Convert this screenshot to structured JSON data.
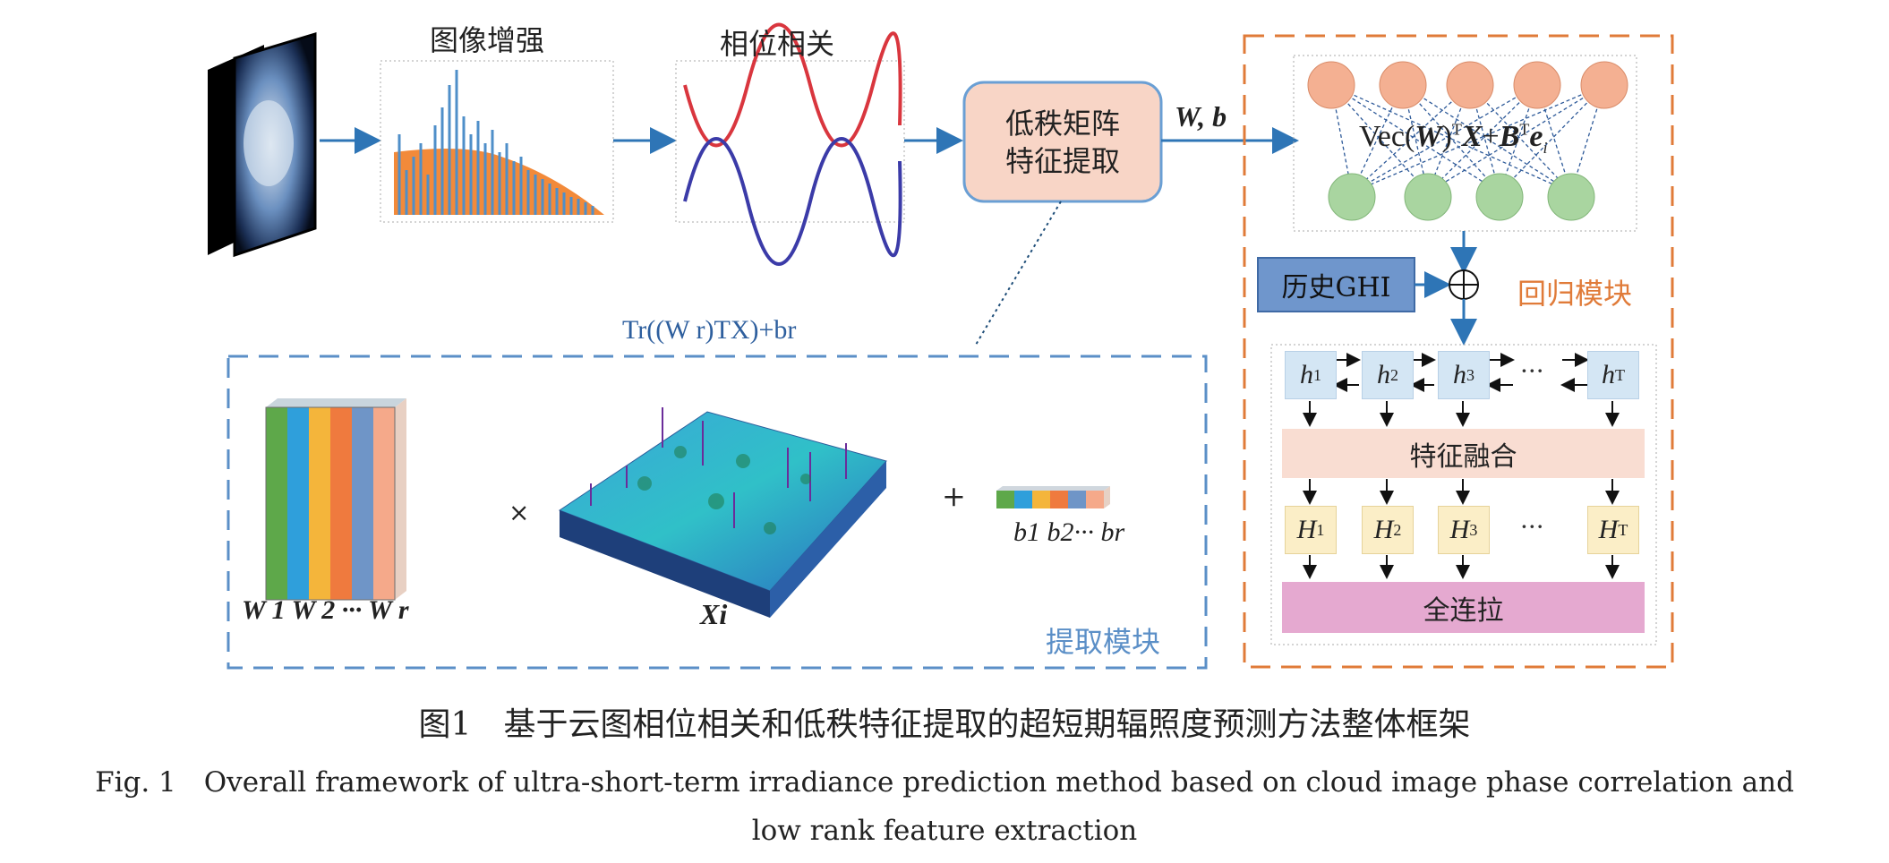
{
  "top": {
    "enhance_label": "图像增强",
    "phase_label": "相位相关",
    "lowrank_label": "低秩矩阵\n特征提取",
    "wb_label": "W, b"
  },
  "regression": {
    "formula_prefix": "Vec(",
    "formula_W": "W",
    "formula_mid": ")",
    "formula_T1": "T",
    "formula_X": "X",
    "formula_plus": "+",
    "formula_B": "B",
    "formula_T2": "T",
    "formula_e": "e",
    "formula_i": "i",
    "history_label": "历史GHI",
    "module_label": "回归模块",
    "fusion_label": "特征融合",
    "fc_label": "全连拉",
    "h_cells": [
      {
        "base": "h",
        "sub": "1"
      },
      {
        "base": "h",
        "sub": "2"
      },
      {
        "base": "h",
        "sub": "3"
      },
      {
        "base": "h",
        "sub": "T"
      }
    ],
    "H_cells": [
      {
        "base": "H",
        "sub": "1"
      },
      {
        "base": "H",
        "sub": "2"
      },
      {
        "base": "H",
        "sub": "3"
      },
      {
        "base": "H",
        "sub": "T"
      }
    ],
    "ellipsis": "···"
  },
  "extraction": {
    "tr_formula": "Tr((W r)TX)+br",
    "times": "×",
    "plus": "+",
    "w_label": "W 1 W 2 ··· W r",
    "x_label": "Xi",
    "b_label": "b1 b2··· br",
    "module_label": "提取模块"
  },
  "captions": {
    "cn": "图1　基于云图相位相关和低秩特征提取的超短期辐照度预测方法整体框架",
    "en_line1": "Fig. 1　Overall framework of  ultra-short-term irradiance prediction method based on cloud image phase correlation and",
    "en_line2": "low rank feature extraction"
  },
  "colors": {
    "blue_arrow": "#2e75b6",
    "orange_dash": "#e07b39",
    "blue_dash": "#5b8fc7",
    "lowrank_fill": "#f8d5c6",
    "lowrank_border": "#6a9fd4",
    "history_fill": "#6f96cc",
    "fusion_fill": "#f9ddd2",
    "fc_fill": "#e5a9d0",
    "node_top": "#f4b092",
    "node_bottom": "#a9d5a0"
  },
  "icons": {
    "cloud_stack": "cloud-image-stack-icon",
    "histogram": "histogram-icon",
    "sine": "sine-wave-icon",
    "surface": "3d-surface-icon",
    "weight_stack": "weight-matrix-stack-icon",
    "bias_vector": "bias-vector-icon",
    "sum": "circle-plus-icon"
  }
}
